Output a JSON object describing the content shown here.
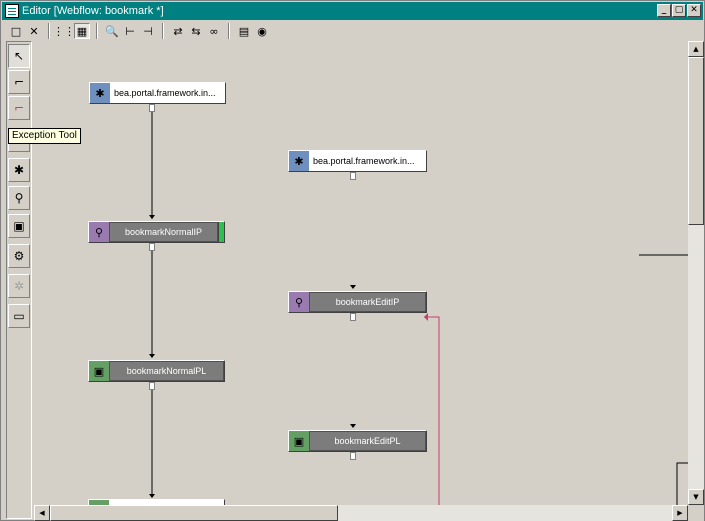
{
  "window": {
    "title": "Editor [Webflow: bookmark *]",
    "controls": {
      "minimize": "_",
      "maximize": "▢",
      "close": "✕"
    }
  },
  "toolbar": {
    "buttons": [
      {
        "name": "new-icon",
        "glyph": "□"
      },
      {
        "name": "delete-icon",
        "glyph": "✕"
      },
      {
        "name": "grid-icon",
        "glyph": "⋮⋮"
      },
      {
        "name": "grid-snap-icon",
        "glyph": "▦"
      },
      {
        "name": "zoom-icon",
        "glyph": "🔍"
      },
      {
        "name": "align-left-icon",
        "glyph": "⊢"
      },
      {
        "name": "align-right-icon",
        "glyph": "⊣"
      },
      {
        "name": "flip-icon",
        "glyph": "⇄"
      },
      {
        "name": "flip-alt-icon",
        "glyph": "⇆"
      },
      {
        "name": "find-icon",
        "glyph": "∞"
      },
      {
        "name": "properties-icon",
        "glyph": "▤"
      },
      {
        "name": "validate-icon",
        "glyph": "◉"
      }
    ]
  },
  "palette": {
    "tooltip": "Exception Tool",
    "tools": [
      {
        "name": "select-tool-icon",
        "glyph": "↖"
      },
      {
        "name": "transition-tool-icon",
        "glyph": "⌐"
      },
      {
        "name": "exception-tool-icon",
        "glyph": "⌐"
      },
      {
        "name": "begin-node-tool-icon",
        "glyph": "▭"
      },
      {
        "name": "event-node-tool-icon",
        "glyph": "✱"
      },
      {
        "name": "input-processor-tool-icon",
        "glyph": "⚲"
      },
      {
        "name": "presentation-node-tool-icon",
        "glyph": "▣"
      },
      {
        "name": "pipeline-tool-icon",
        "glyph": "⚙"
      },
      {
        "name": "wildcard-tool-icon",
        "glyph": "✲"
      },
      {
        "name": "proxy-tool-icon",
        "glyph": "▭"
      }
    ]
  },
  "nodes": {
    "event1": {
      "label": "bea.portal.framework.in...",
      "icon": "✱"
    },
    "event2": {
      "label": "bea.portal.framework.in...",
      "icon": "✱"
    },
    "proc1": {
      "label": "bookmarkNormalIP",
      "icon": "⚲"
    },
    "proc2": {
      "label": "bookmarkEditIP",
      "icon": "⚲"
    },
    "pres1": {
      "label": "bookmarkNormalPL",
      "icon": "▣"
    },
    "pres2": {
      "label": "bookmarkEditPL",
      "icon": "▣"
    },
    "pres3": {
      "label": "",
      "icon": "▣"
    }
  },
  "colors": {
    "titlebar": "#008080",
    "exception_link": "#c0406a",
    "event_icon_bg": "#6f8fbf",
    "processor_icon_bg": "#9a7bb0",
    "presentation_icon_bg": "#64a064",
    "node_label_bg": "#7c7c7c"
  }
}
